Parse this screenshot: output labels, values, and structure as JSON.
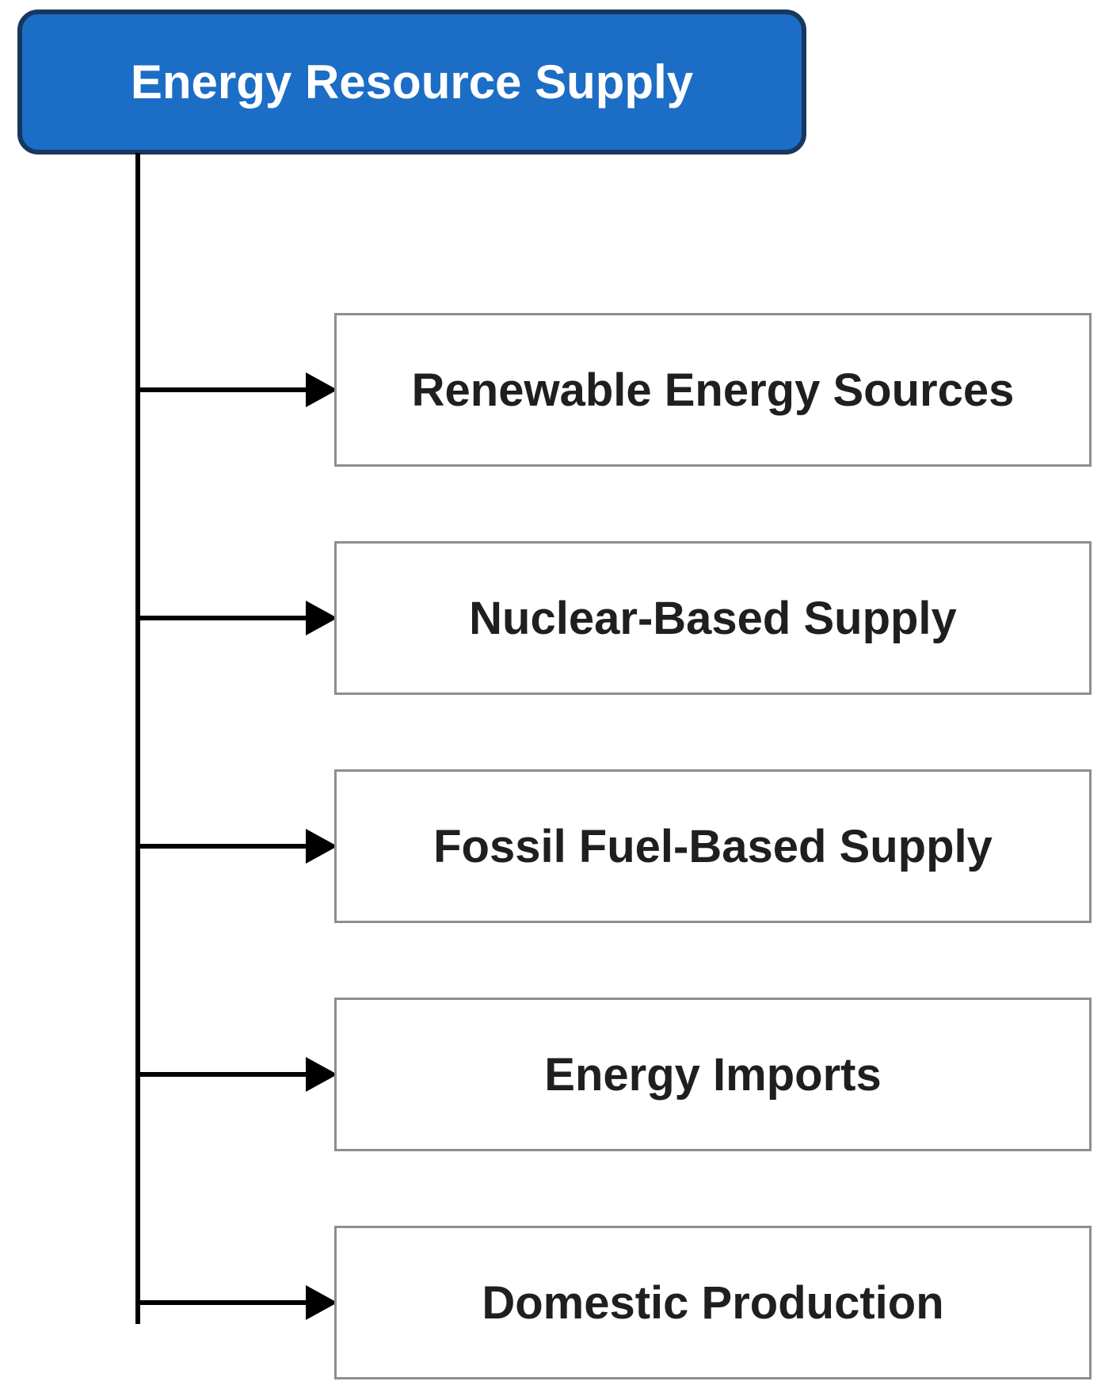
{
  "diagram": {
    "type": "tree",
    "root": {
      "label": "Energy Resource Supply"
    },
    "children": [
      {
        "label": "Renewable Energy Sources"
      },
      {
        "label": "Nuclear-Based Supply"
      },
      {
        "label": "Fossil Fuel-Based Supply"
      },
      {
        "label": "Energy Imports"
      },
      {
        "label": "Domestic Production"
      }
    ],
    "colors": {
      "root_fill": "#1c6dc5",
      "root_border": "#17375e",
      "root_text": "#ffffff",
      "child_fill": "#ffffff",
      "child_border": "#8e8e8e",
      "child_text": "#1f1f1f",
      "connector": "#000000"
    }
  }
}
